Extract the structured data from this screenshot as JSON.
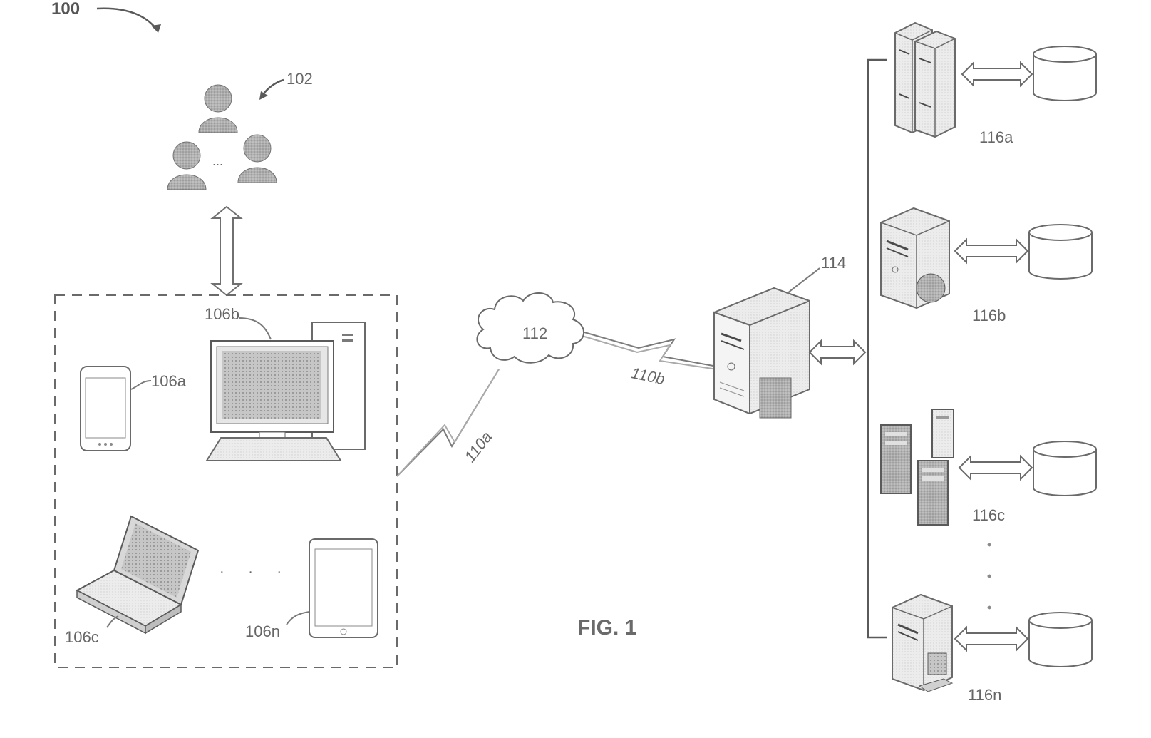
{
  "figure": {
    "system_ref": "100",
    "users_ref": "102",
    "users_ellipsis": "...",
    "devices": {
      "phone_ref": "106a",
      "desktop_ref": "106b",
      "laptop_ref": "106c",
      "tablet_ref": "106n",
      "ellipsis": "·  ·  ·"
    },
    "network_ref": "112",
    "link_a_ref": "110a",
    "link_b_ref": "110b",
    "server_ref": "114",
    "data_sources": [
      {
        "ref": "116a"
      },
      {
        "ref": "116b"
      },
      {
        "ref": "116c"
      },
      {
        "ref": "116n"
      }
    ],
    "caption": "FIG. 1"
  }
}
